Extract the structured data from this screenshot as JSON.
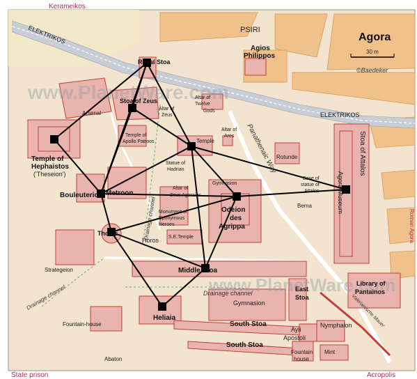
{
  "colors": {
    "background": "#f3e4cf",
    "building": "#e8b4ad",
    "building_stroke": "#c0403a",
    "street": "#c9ced6",
    "path": "#ffffff",
    "network": "#000000",
    "edge_label": "#b0305a"
  },
  "edge_labels": {
    "kerameikos": "Kerameikos",
    "state_prison": "State prison",
    "acropolis": "Acropolis",
    "roman_agora": "Roman Agora"
  },
  "title": "Agora",
  "scale": "30 m",
  "copyright": "©Baedeker",
  "watermark": "www.PlanetWare.com",
  "streets": {
    "elektrikos_top": "ELEKTRIKOS",
    "elektrikos_right": "ELEKTRIKOS",
    "psiri": "PSIRI"
  },
  "places": {
    "agios_philippos_1": "Agios",
    "agios_philippos_2": "Philippos",
    "royal_stoa": "Royal Stoa",
    "stoa_of_zeus": "Stoa of Zeus",
    "altar_twelve_1": "Altar of",
    "altar_twelve_2": "Twelve",
    "altar_twelve_3": "Gods",
    "arsenal": "Arsenal",
    "altar_zeus_1": "Altar of",
    "altar_zeus_2": "Zeus",
    "temple_apollo_1": "Temple of",
    "temple_apollo_2": "Apollo Patroos",
    "altar_ares_1": "Altar of",
    "altar_ares_2": "Ares",
    "temple_ares": "Temple",
    "temple_hephaistos_1": "Temple of",
    "temple_hephaistos_2": "Hephaistos",
    "theseion": "('Theseion')",
    "statue_hadrian_1": "Statue of",
    "statue_hadrian_2": "Hadrian",
    "rotunde": "Rotunde",
    "stoa_attalos": "Stoa of Attalos",
    "base_attalos_1": "Base of",
    "base_attalos_2": "statue of",
    "base_attalos_3": "Attalos",
    "agora_museum": "Agora Museum",
    "bouleuterion": "Bouleuterion",
    "metroon": "Metroon",
    "gymnasion_upper": "Gymnasion",
    "altar_zeus_ag_1": "Altar of",
    "altar_zeus_ag_2": "Zeus Agoraios",
    "odeion_1": "Odeion",
    "odeion_2": "des",
    "odeion_3": "Agrippa",
    "bema": "Bema",
    "eponymous_1": "Monument of",
    "eponymous_2": "Eponymous",
    "eponymous_3": "Heroes",
    "se_temple": "S.E.Temple",
    "panathenaic_way": "Panathenaic Way",
    "drainage_vertical": "Drainage channel",
    "tholos": "Tholos",
    "horos": "Horos",
    "strategeion": "Strategeion",
    "middle_stoa": "Middle Stoa",
    "drainage_left": "Drainage channel",
    "drainage_mid": "Drainage channel",
    "gymnasion": "Gymnasion",
    "east_stoa_1": "East",
    "east_stoa_2": "Stoa",
    "library_1": "Library of",
    "library_2": "Pantainos",
    "fountain_house_1": "Fountain-house",
    "heliaia": "Heliaia",
    "south_stoa_1": "South Stoa",
    "ayii_1": "Ayii",
    "ayii_2": "Apostoli",
    "nymphaion": "Nymphaion",
    "valerian_wall": "Valerianische Mauer",
    "south_stoa_2": "South Stoa",
    "fountain_house_2a": "Fountain",
    "fountain_house_2b": "house",
    "mint": "Mint",
    "abaton": "Abaton"
  }
}
